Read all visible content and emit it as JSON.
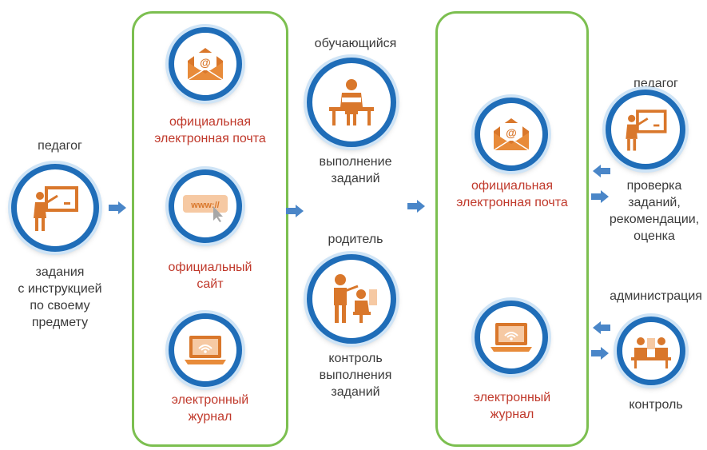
{
  "left_teacher": {
    "role": "педагог",
    "caption": "задания\nс инструкцией\nпо своему\nпредмету",
    "icon": "teacher-icon"
  },
  "channels_panel": {
    "items": [
      {
        "label": "официальная\nэлектронная почта",
        "icon": "email-icon"
      },
      {
        "label": "официальный\nсайт",
        "icon": "website-icon"
      },
      {
        "label": "электронный\nжурнал",
        "icon": "laptop-icon"
      }
    ]
  },
  "student": {
    "role": "обучающийся",
    "caption": "выполнение\nзаданий",
    "icon": "student-icon"
  },
  "parent": {
    "role": "родитель",
    "caption": "контроль\nвыполнения\nзаданий",
    "icon": "parent-icon"
  },
  "return_panel": {
    "items": [
      {
        "label": "официальная\nэлектронная почта",
        "icon": "email-icon"
      },
      {
        "label": "электронный\nжурнал",
        "icon": "laptop-icon"
      }
    ]
  },
  "right_teacher": {
    "role": "педагог",
    "caption": "проверка\nзаданий,\nрекомендации,\nоценка",
    "icon": "teacher-icon"
  },
  "administration": {
    "role": "администрация",
    "caption": "контроль",
    "icon": "meeting-icon"
  },
  "colors": {
    "panel_border": "#7cbf50",
    "ring": "#1f6db8",
    "icon_orange": "#d9772b",
    "label_red": "#c0392b",
    "arrow": "#4a86c8"
  }
}
